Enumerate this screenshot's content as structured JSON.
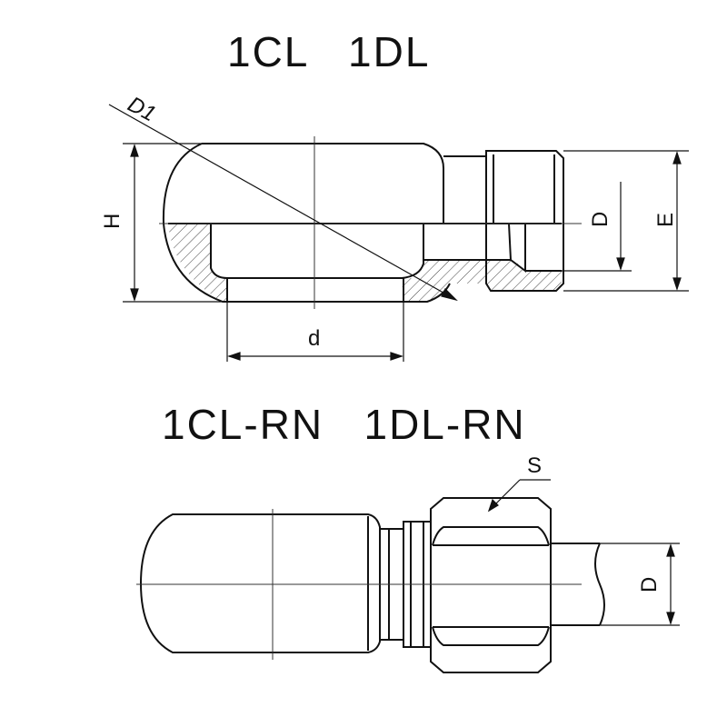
{
  "titles": {
    "top": "1CL   1DL",
    "bottom": "1CL-RN   1DL-RN"
  },
  "labels": {
    "D1": "D1",
    "H": "H",
    "D_top": "D",
    "E": "E",
    "d": "d",
    "S": "S",
    "D_bottom": "D"
  },
  "colors": {
    "line": "#111111",
    "thin": "#333333",
    "hatch": "#444444",
    "background": "#ffffff"
  }
}
